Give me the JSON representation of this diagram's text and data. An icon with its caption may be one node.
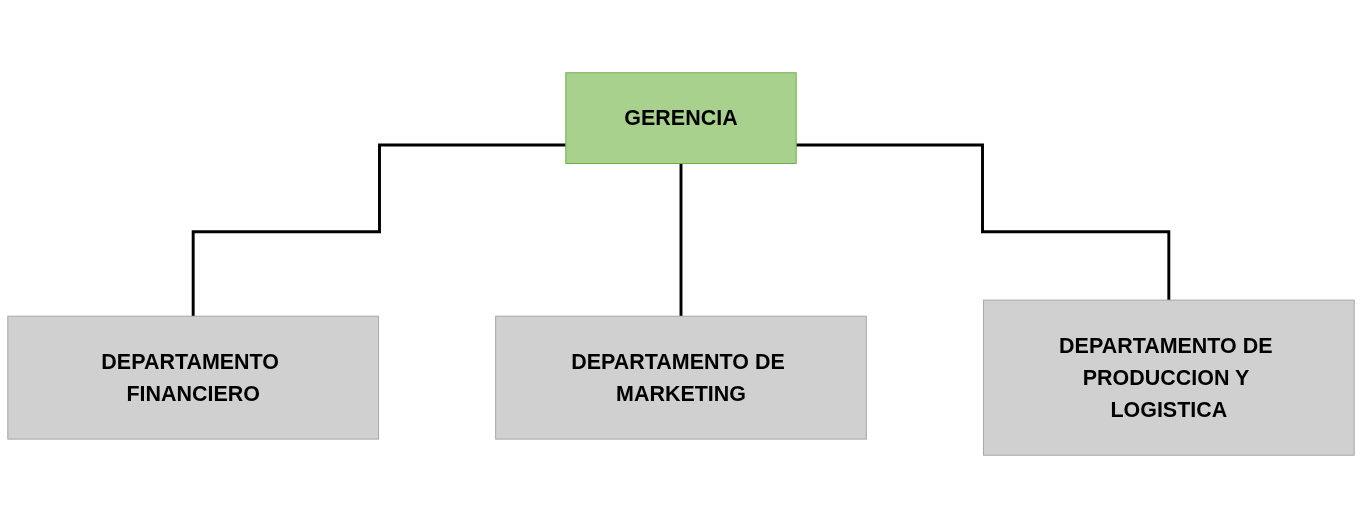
{
  "diagram": {
    "nodes": [
      {
        "text": [
          "GERENCIA"
        ]
      },
      {
        "text": [
          "DEPARTAMENTO FINANCIERO"
        ]
      },
      {
        "text": [
          "DEPARTAMENTO DE MARKETING"
        ]
      },
      {
        "text": [
          "DEPARTAMENTO DE PRODUCCION Y LOGISTICA"
        ]
      }
    ],
    "edges": [
      {
        "from": 0,
        "to": 1,
        "arrow": "none"
      },
      {
        "from": 0,
        "to": 2,
        "arrow": "none"
      },
      {
        "from": 0,
        "to": 3,
        "arrow": "none"
      }
    ]
  }
}
